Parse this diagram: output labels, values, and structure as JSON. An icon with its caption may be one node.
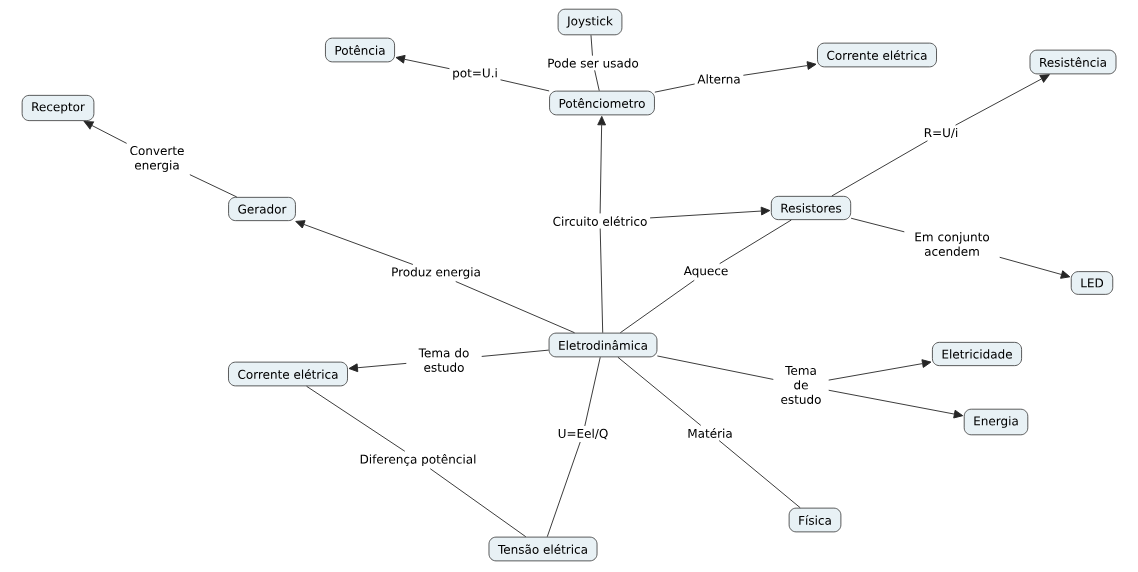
{
  "diagram": {
    "nodes": [
      {
        "text": [
          "Joystick"
        ]
      },
      {
        "text": [
          "Potência"
        ]
      },
      {
        "text": [
          "Corrente elétrica"
        ]
      },
      {
        "text": [
          "Resistência"
        ]
      },
      {
        "text": [
          "Receptor"
        ]
      },
      {
        "text": [
          "Potênciometro"
        ]
      },
      {
        "text": [
          "Gerador"
        ]
      },
      {
        "text": [
          "Resistores"
        ]
      },
      {
        "text": [
          "LED"
        ]
      },
      {
        "text": [
          "Eletrodinâmica"
        ]
      },
      {
        "text": [
          "Corrente elétrica"
        ]
      },
      {
        "text": [
          "Eletricidade"
        ]
      },
      {
        "text": [
          "Energia"
        ]
      },
      {
        "text": [
          "Física"
        ]
      },
      {
        "text": [
          "Tensão elétrica"
        ]
      },
      {
        "text": [
          "Pode ser usado"
        ]
      },
      {
        "text": [
          "pot=U.i"
        ]
      },
      {
        "text": [
          "Alterna"
        ]
      },
      {
        "text": [
          "Converte energia"
        ]
      },
      {
        "text": [
          "R=U/i"
        ]
      },
      {
        "text": [
          "Circuito elétrico"
        ]
      },
      {
        "text": [
          "Em conjunto acendem"
        ]
      },
      {
        "text": [
          "Produz energia"
        ]
      },
      {
        "text": [
          "Aquece"
        ]
      },
      {
        "text": [
          "Tema do estudo"
        ]
      },
      {
        "text": [
          "Tema de estudo"
        ]
      },
      {
        "text": [
          "U=Eel/Q"
        ]
      },
      {
        "text": [
          "Matéria"
        ]
      },
      {
        "text": [
          "Diferença potêncial"
        ]
      }
    ],
    "edges": [
      {
        "from": 5,
        "to": 15,
        "arrow": "none"
      },
      {
        "from": 15,
        "to": 0,
        "arrow": "none"
      },
      {
        "from": 5,
        "to": 16,
        "arrow": "none"
      },
      {
        "from": 16,
        "to": 1,
        "arrow": "to"
      },
      {
        "from": 5,
        "to": 17,
        "arrow": "none"
      },
      {
        "from": 17,
        "to": 2,
        "arrow": "to"
      },
      {
        "from": 6,
        "to": 18,
        "arrow": "none"
      },
      {
        "from": 18,
        "to": 4,
        "arrow": "to"
      },
      {
        "from": 7,
        "to": 19,
        "arrow": "none"
      },
      {
        "from": 19,
        "to": 3,
        "arrow": "to"
      },
      {
        "from": 9,
        "to": 20,
        "arrow": "none"
      },
      {
        "from": 20,
        "to": 5,
        "arrow": "to"
      },
      {
        "from": 20,
        "to": 7,
        "arrow": "to"
      },
      {
        "from": 7,
        "to": 21,
        "arrow": "none"
      },
      {
        "from": 21,
        "to": 8,
        "arrow": "to"
      },
      {
        "from": 9,
        "to": 22,
        "arrow": "none"
      },
      {
        "from": 22,
        "to": 6,
        "arrow": "to"
      },
      {
        "from": 9,
        "to": 23,
        "arrow": "none"
      },
      {
        "from": 23,
        "to": 7,
        "arrow": "none"
      },
      {
        "from": 9,
        "to": 24,
        "arrow": "none"
      },
      {
        "from": 24,
        "to": 10,
        "arrow": "to"
      },
      {
        "from": 9,
        "to": 25,
        "arrow": "none"
      },
      {
        "from": 25,
        "to": 11,
        "arrow": "to"
      },
      {
        "from": 25,
        "to": 12,
        "arrow": "to"
      },
      {
        "from": 9,
        "to": 26,
        "arrow": "none"
      },
      {
        "from": 26,
        "to": 14,
        "arrow": "none"
      },
      {
        "from": 9,
        "to": 27,
        "arrow": "none"
      },
      {
        "from": 27,
        "to": 13,
        "arrow": "none"
      },
      {
        "from": 10,
        "to": 28,
        "arrow": "none"
      },
      {
        "from": 28,
        "to": 14,
        "arrow": "none"
      }
    ]
  }
}
